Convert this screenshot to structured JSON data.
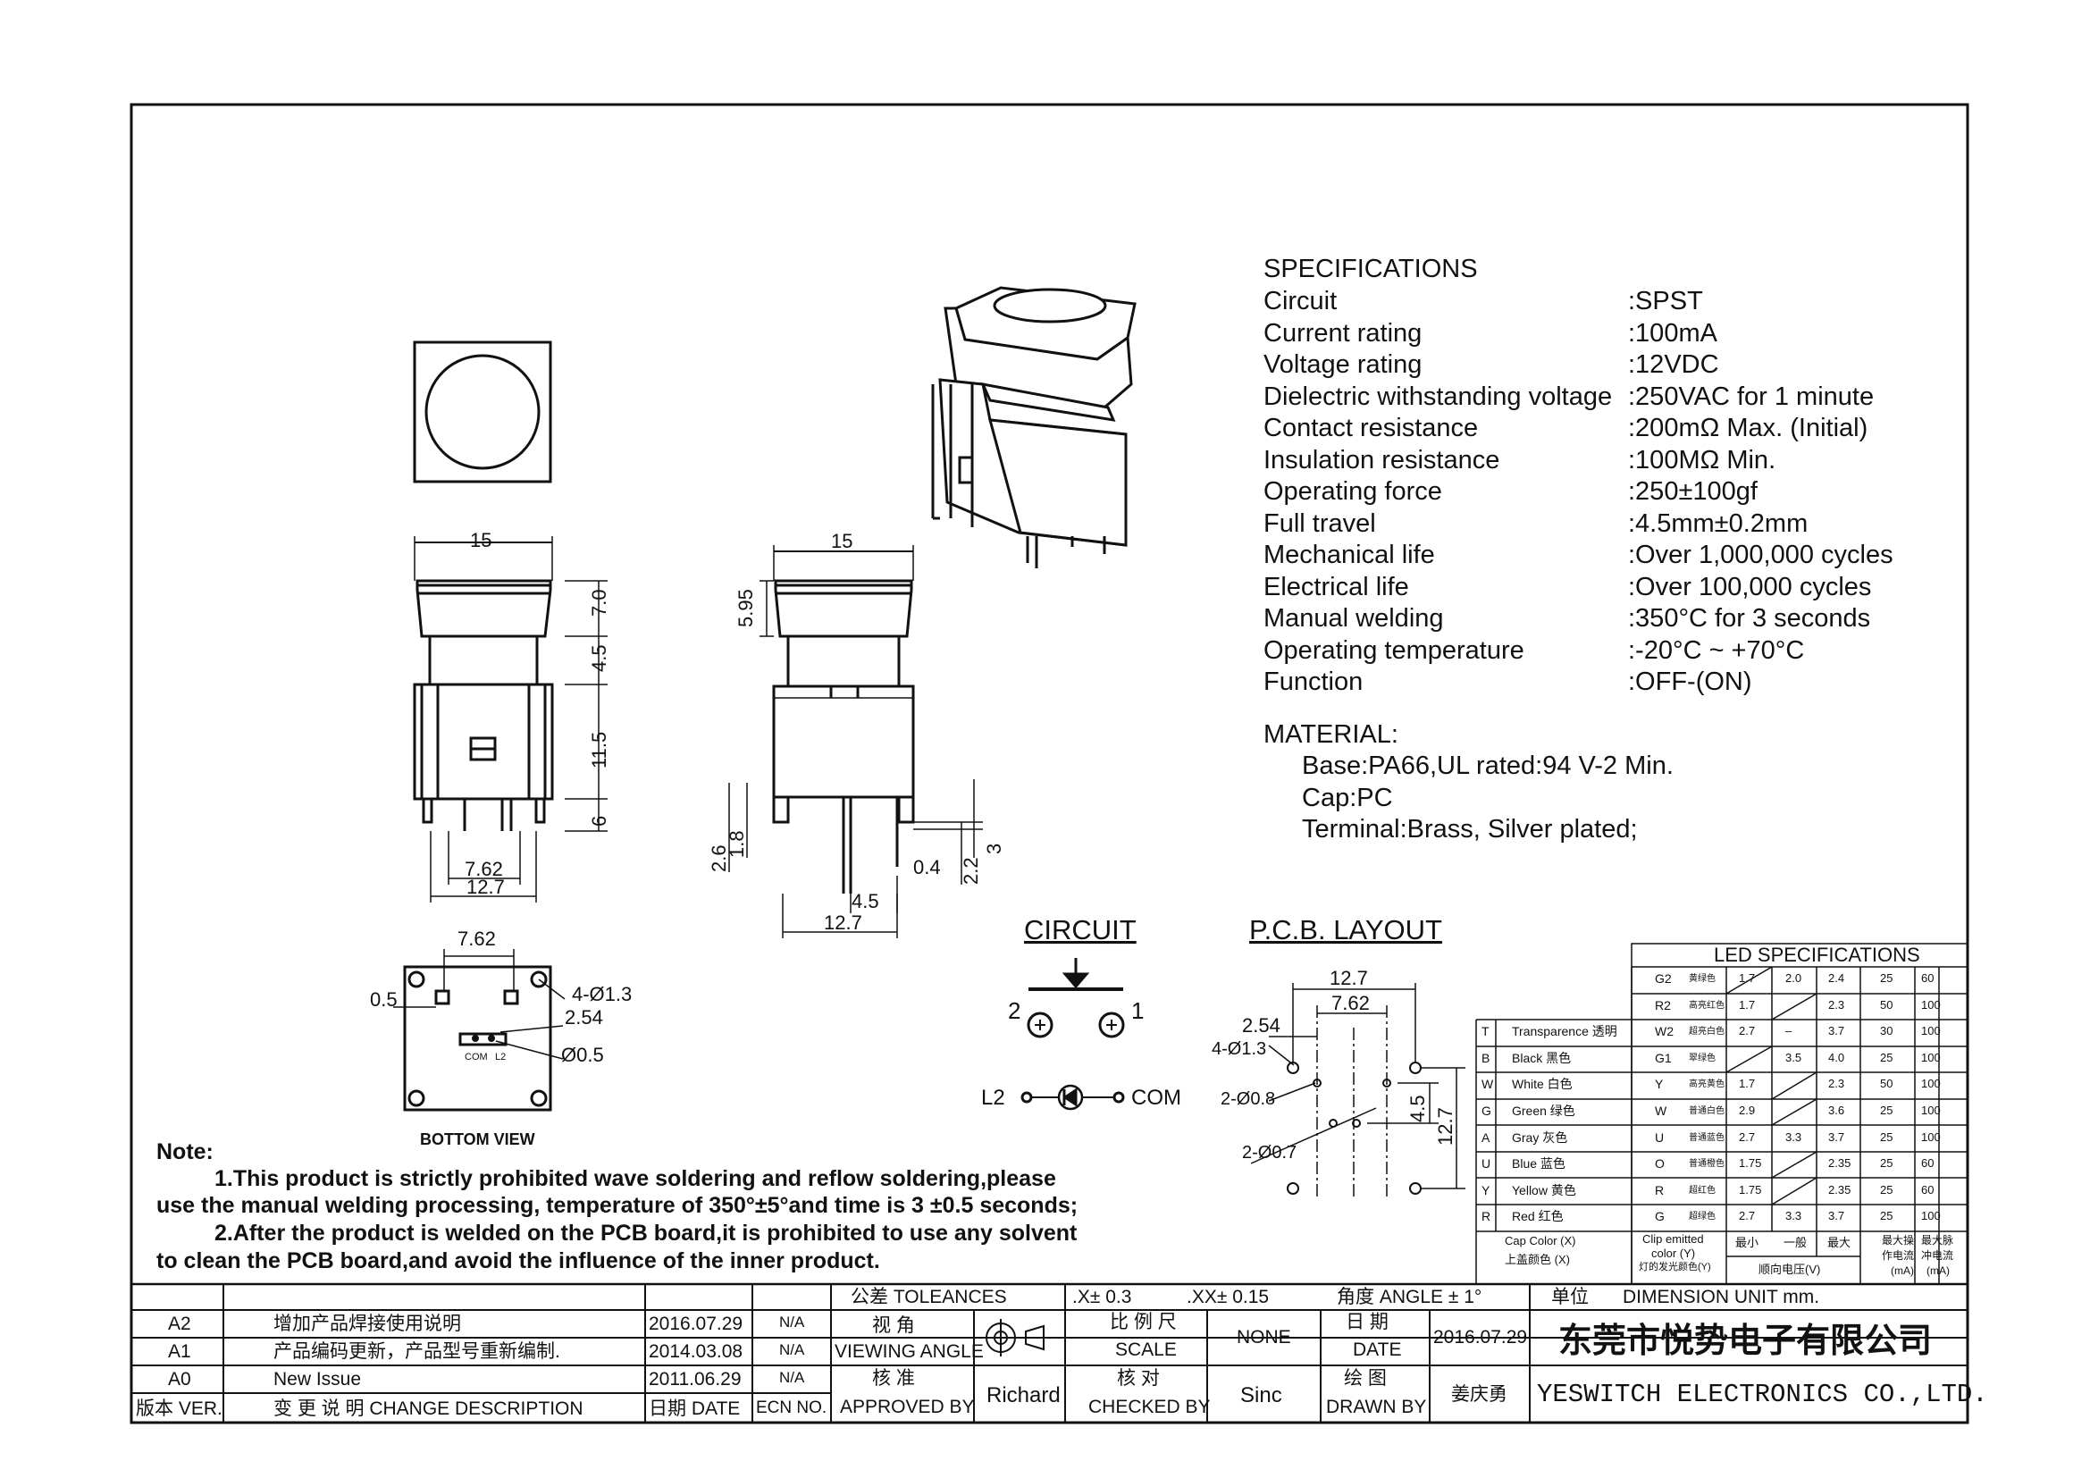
{
  "specifications": {
    "title": "SPECIFICATIONS",
    "rows": [
      {
        "label": "Circuit",
        "value": ":SPST"
      },
      {
        "label": "Current rating",
        "value": ":100mA"
      },
      {
        "label": "Voltage rating",
        "value": ":12VDC"
      },
      {
        "label": "Dielectric withstanding voltage",
        "value": ":250VAC for 1 minute"
      },
      {
        "label": "Contact resistance",
        "value": ":200mΩ  Max. (Initial)"
      },
      {
        "label": "Insulation resistance",
        "value": ":100MΩ  Min."
      },
      {
        "label": "Operating force",
        "value": ":250±100gf"
      },
      {
        "label": "Full travel",
        "value": ":4.5mm±0.2mm"
      },
      {
        "label": "Mechanical life",
        "value": ":Over 1,000,000 cycles"
      },
      {
        "label": "Electrical life",
        "value": ":Over 100,000 cycles"
      },
      {
        "label": "Manual welding",
        "value": ":350°C for 3 seconds"
      },
      {
        "label": "Operating temperature",
        "value": ":-20°C ~ +70°C"
      },
      {
        "label": "Function",
        "value": ":OFF-(ON)"
      }
    ]
  },
  "material": {
    "title": "MATERIAL:",
    "lines": [
      "Base:PA66,UL rated:94 V-2 Min.",
      "Cap:PC",
      "Terminal:Brass, Silver plated;"
    ]
  },
  "front_view": {
    "width": "15",
    "cap_h": "7.0",
    "stem_h": "4.5",
    "body_h": "11.5",
    "pin_h": "6",
    "pitch": "7.62",
    "base_w": "12.7"
  },
  "side_view": {
    "width": "15",
    "cap_h": "5.95",
    "d1": "2.6",
    "d2": "1.8",
    "d3": "4.5",
    "d4": "0.4",
    "d5": "2.2",
    "d6": "3",
    "base_w": "12.7"
  },
  "bottom_view": {
    "pitch": "7.62",
    "offset": "0.5",
    "hole": "4-Ø1.3",
    "pin_pitch": "2.54",
    "small_hole": "Ø0.5",
    "com": "COM",
    "l2": "L2",
    "caption": "BOTTOM VIEW"
  },
  "circuit": {
    "title": "CIRCUIT",
    "pin2": "2",
    "pin1": "1",
    "l2": "L2",
    "com": "COM"
  },
  "pcb": {
    "title": "P.C.B. LAYOUT",
    "w": "12.7",
    "pitch": "7.62",
    "pin_pitch": "2.54",
    "hole": "4-Ø1.3",
    "hole2": "2-Ø0.8",
    "hole3": "2-Ø0.7",
    "v1": "4.5",
    "v2": "12.7"
  },
  "notes": {
    "title": "Note:",
    "lines": [
      "1.This product is strictly prohibited wave soldering and reflow soldering,please",
      "use the manual welding processing, temperature of 350°±5°and time is 3 ±0.5 seconds;",
      "2.After the product is welded on the PCB board,it is prohibited to use any solvent",
      "to clean the PCB board,and avoid the influence of the inner product."
    ]
  },
  "led_table": {
    "title": "LED SPECIFICATIONS",
    "rows": [
      {
        "side": "",
        "cap": "",
        "code": "G2",
        "cn": "黄绿色",
        "v1": "1.7",
        "v2": "2.0",
        "v3": "2.4",
        "ma": "25",
        "pk": "60"
      },
      {
        "side": "",
        "cap": "",
        "code": "R2",
        "cn": "高亮红色",
        "v1": "1.7",
        "v2": "",
        "v3": "2.3",
        "ma": "50",
        "pk": "100"
      },
      {
        "side": "T",
        "cap": "Transparence 透明",
        "code": "W2",
        "cn": "超亮白色",
        "v1": "2.7",
        "v2": "–",
        "v3": "3.7",
        "ma": "30",
        "pk": "100"
      },
      {
        "side": "B",
        "cap": "Black 黑色",
        "code": "G1",
        "cn": "翠绿色",
        "v1": "",
        "v2": "3.5",
        "v3": "4.0",
        "ma": "25",
        "pk": "100"
      },
      {
        "side": "W",
        "cap": "White 白色",
        "code": "Y",
        "cn": "高亮黄色",
        "v1": "1.7",
        "v2": "",
        "v3": "2.3",
        "ma": "50",
        "pk": "100"
      },
      {
        "side": "G",
        "cap": "Green 绿色",
        "code": "W",
        "cn": "普通白色",
        "v1": "2.9",
        "v2": "",
        "v3": "3.6",
        "ma": "25",
        "pk": "100"
      },
      {
        "side": "A",
        "cap": "Gray 灰色",
        "code": "U",
        "cn": "普通蓝色",
        "v1": "2.7",
        "v2": "3.3",
        "v3": "3.7",
        "ma": "25",
        "pk": "100"
      },
      {
        "side": "U",
        "cap": "Blue 蓝色",
        "code": "O",
        "cn": "普通橙色",
        "v1": "1.75",
        "v2": "",
        "v3": "2.35",
        "ma": "25",
        "pk": "60"
      },
      {
        "side": "Y",
        "cap": "Yellow 黄色",
        "code": "R",
        "cn": "超红色",
        "v1": "1.75",
        "v2": "",
        "v3": "2.35",
        "ma": "25",
        "pk": "60"
      },
      {
        "side": "R",
        "cap": "Red 红色",
        "code": "G",
        "cn": "超绿色",
        "v1": "2.7",
        "v2": "3.3",
        "v3": "3.7",
        "ma": "25",
        "pk": "100"
      }
    ],
    "footer": {
      "cap_color": "Cap Color (X)",
      "cap_color_cn": "上盖颜色 (X)",
      "clip": "Clip emitted",
      "clip2": "color (Y)",
      "clip_cn": "灯的发光颜色(Y)",
      "min": "最小",
      "typ": "一般",
      "max": "最大",
      "vf": "顺向电压(V)",
      "ma": "最大操",
      "ma2": "作电流",
      "ma3": "(mA)",
      "pk": "最大脉",
      "pk2": "冲电流",
      "pk3": "(mA)"
    }
  },
  "title_block": {
    "tolerances_cn": "公差 TOLEANCES",
    "tol1": ".X± 0.3",
    "tol2": ".XX± 0.15",
    "angle": "角度 ANGLE ± 1°",
    "unit_cn": "单位",
    "unit": "DIMENSION UNIT      mm.",
    "view_cn": "视   角",
    "view": "VIEWING ANGLE",
    "scale_cn": "比 例 尺",
    "scale": "SCALE",
    "scale_val": "NONE",
    "date_cn": "日   期",
    "date": "DATE",
    "date_val": "2016.07.29",
    "approved_cn": "核   准",
    "approved": "APPROVED BY",
    "approved_val": "Richard",
    "checked_cn": "核   对",
    "checked": "CHECKED BY",
    "checked_val": "Sinc",
    "drawn_cn": "绘   图",
    "drawn": "DRAWN BY",
    "drawn_val": "姜庆勇",
    "company_cn": "东莞市悦势电子有限公司",
    "company_en": "YESWITCH ELECTRONICS CO.,LTD.",
    "rev_header": "版本 VER.",
    "desc_header": "变 更 说 明  CHANGE DESCRIPTION",
    "date_header": "日期 DATE",
    "ecn_header": "ECN NO.",
    "revisions": [
      {
        "ver": "A2",
        "desc": "增加产品焊接使用说明",
        "date": "2016.07.29",
        "ecn": "N/A"
      },
      {
        "ver": "A1",
        "desc": "产品编码更新，产品型号重新编制.",
        "date": "2014.03.08",
        "ecn": "N/A"
      },
      {
        "ver": "A0",
        "desc": "New Issue",
        "date": "2011.06.29",
        "ecn": "N/A"
      }
    ]
  }
}
